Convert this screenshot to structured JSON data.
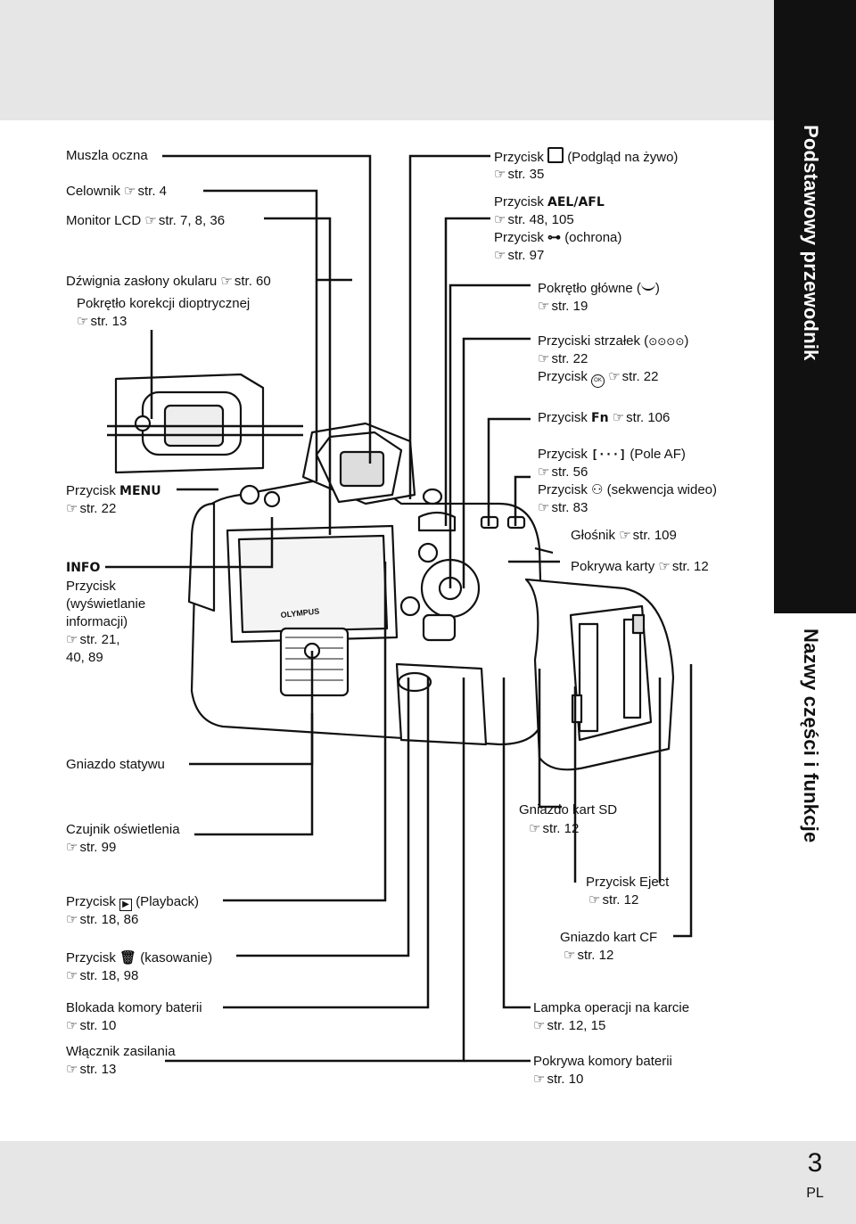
{
  "sidebar": {
    "section_title": "Podstawowy przewodnik",
    "chapter_title": "Nazwy części i funkcje"
  },
  "footer": {
    "page_number": "3",
    "lang": "PL"
  },
  "camera_logo": "OLYMPUS",
  "labels": {
    "muszla": "Muszla oczna",
    "celownik": "Celownik",
    "celownik_ref": "str. 4",
    "monitor": "Monitor LCD",
    "monitor_ref": "str. 7, 8, 36",
    "dzwignia": "Dźwignia zasłony okularu",
    "dzwignia_ref": "str. 60",
    "pokretlo_dio": "Pokrętło korekcji dioptrycznej",
    "pokretlo_dio_ref": "str. 13",
    "menu_prefix": "Przycisk",
    "menu_name": "MENU",
    "menu_ref": "str. 22",
    "info_name": "INFO",
    "info_line1": "Przycisk",
    "info_line2": "(wyświetlanie",
    "info_line3": "informacji)",
    "info_ref": "str. 21,",
    "info_ref2": "40, 89",
    "gniazdo_statywu": "Gniazdo statywu",
    "czujnik": "Czujnik oświetlenia",
    "czujnik_ref": "str. 99",
    "playback_prefix": "Przycisk",
    "playback_suffix": "(Playback)",
    "playback_ref": "str. 18, 86",
    "kasowanie_prefix": "Przycisk",
    "kasowanie_suffix": "(kasowanie)",
    "kasowanie_ref": "str. 18, 98",
    "blokada": "Blokada komory baterii",
    "blokada_ref": "str. 10",
    "wlacznik": "Włącznik zasilania",
    "wlacznik_ref": "str. 13",
    "liveview_prefix": "Przycisk",
    "liveview_suffix": "(Podgląd na żywo)",
    "liveview_ref": "str. 35",
    "ael_prefix": "Przycisk",
    "ael_name": "AEL/AFL",
    "ael_ref": "str. 48, 105",
    "ochrona_prefix": "Przycisk",
    "ochrona_suffix": "(ochrona)",
    "ochrona_ref": "str. 97",
    "pokretlo_glowne_prefix": "Pokrętło główne (",
    "pokretlo_glowne_suffix": ")",
    "pokretlo_glowne_ref": "str. 19",
    "strzalki_prefix": "Przyciski strzałek (",
    "strzalki_suffix": ")",
    "strzalki_ref": "str. 22",
    "ok_prefix": "Przycisk",
    "ok_ref": "str. 22",
    "fn_prefix": "Przycisk",
    "fn_name": "Fn",
    "fn_ref": "str. 106",
    "poleaf_prefix": "Przycisk",
    "poleaf_suffix": "(Pole AF)",
    "poleaf_ref": "str. 56",
    "sekwencja_prefix": "Przycisk",
    "sekwencja_suffix": "(sekwencja wideo)",
    "sekwencja_ref": "str. 83",
    "glosnik": "Głośnik",
    "glosnik_ref": "str. 109",
    "pokrywa_karty": "Pokrywa karty",
    "pokrywa_karty_ref": "str. 12",
    "gniazdo_sd": "Gniazdo kart SD",
    "gniazdo_sd_ref": "str. 12",
    "eject": "Przycisk Eject",
    "eject_ref": "str. 12",
    "gniazdo_cf": "Gniazdo kart CF",
    "gniazdo_cf_ref": "str. 12",
    "lampka": "Lampka operacji na karcie",
    "lampka_ref": "str. 12, 15",
    "pokrywa_baterii": "Pokrywa komory baterii",
    "pokrywa_baterii_ref": "str. 10"
  },
  "icons": {
    "ref_hand": "pointing-hand-icon",
    "liveview": "liveview-icon",
    "key": "key-icon",
    "dial": "main-dial-icon",
    "arrows": "arrow-buttons-icon",
    "ok": "ok-icon",
    "af_area": "af-area-icon",
    "movie": "movie-sequence-icon",
    "play": "play-icon",
    "trash": "trash-icon"
  }
}
